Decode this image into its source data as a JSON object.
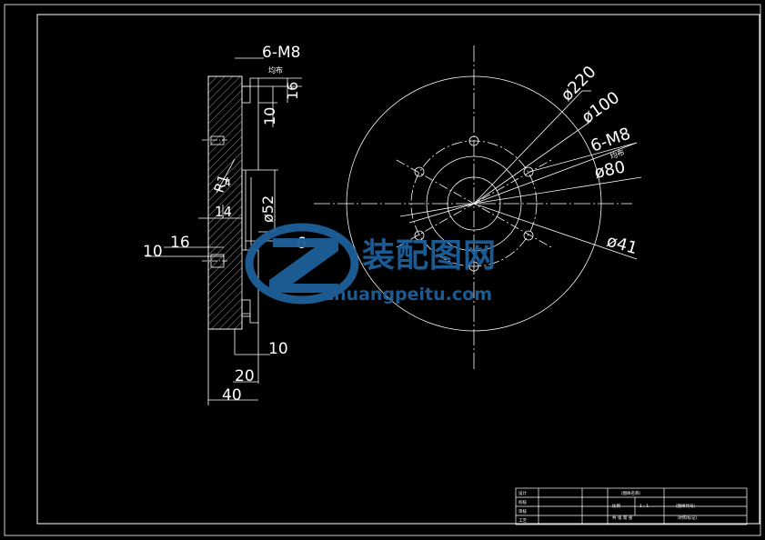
{
  "section_view": {
    "thread_callout": "6-M8",
    "uniform_note": "均布",
    "dims": {
      "d16a": "16",
      "d10a": "10",
      "r1": "R1",
      "d4": "4",
      "d14": "14",
      "phi52": "ø52",
      "d10b": "10",
      "d16b": "16",
      "d6": "6",
      "d10c": "10",
      "d20": "20",
      "d40": "40"
    }
  },
  "front_view": {
    "phi220": "ø220",
    "phi100": "ø100",
    "thread_callout": "6-M8",
    "uniform_note": "均布",
    "phi80": "ø80",
    "phi41": "ø41"
  },
  "watermark": {
    "text_cn": "装配图网",
    "url": "zhuangpeitu.com"
  },
  "title_block": {
    "cells": [
      "设计",
      "（图样名称）",
      "校核",
      "审核",
      "比例",
      "1 : 1",
      "（图样代号）",
      "工艺",
      "共 张 第 张",
      "（材料标记）"
    ]
  }
}
